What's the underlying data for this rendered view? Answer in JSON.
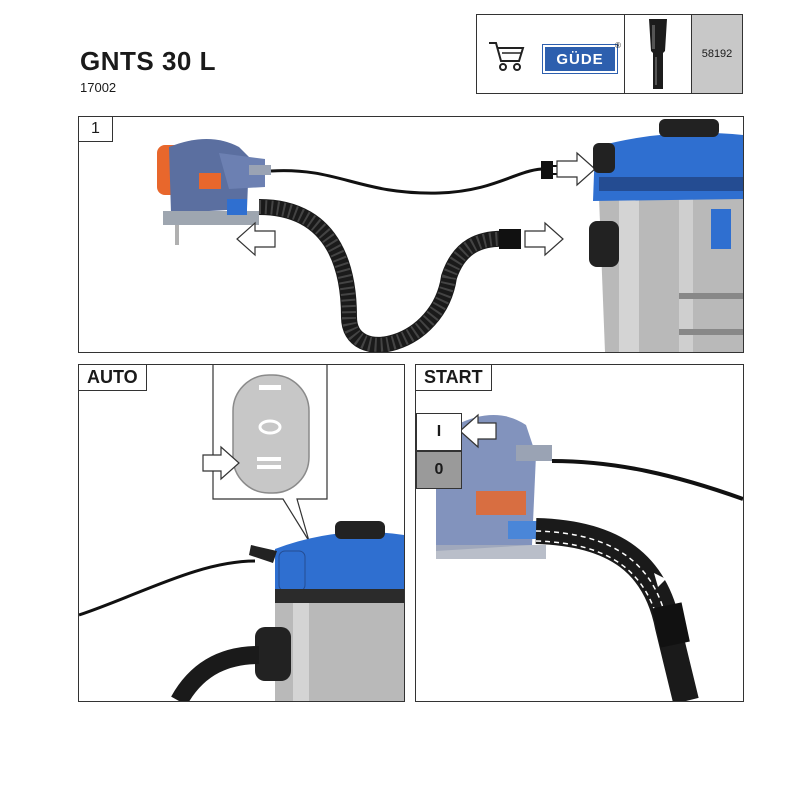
{
  "header": {
    "title": "GNTS 30 L",
    "subtitle": "17002",
    "logo_text": "GÜDE",
    "reg_mark": "®",
    "accessory_number": "58192"
  },
  "panels": {
    "step1_label": "1",
    "auto_label": "AUTO",
    "start_label": "START",
    "switch_on": "I",
    "switch_off": "0"
  },
  "icons": [
    "cart-icon",
    "arrow-right-icon",
    "arrow-left-icon",
    "plug-icon"
  ],
  "colors": {
    "brand_blue": "#2d5fae",
    "device_blue": "#2f6fd0",
    "accent_orange": "#e8672c",
    "steel": "#b9b9b9"
  }
}
